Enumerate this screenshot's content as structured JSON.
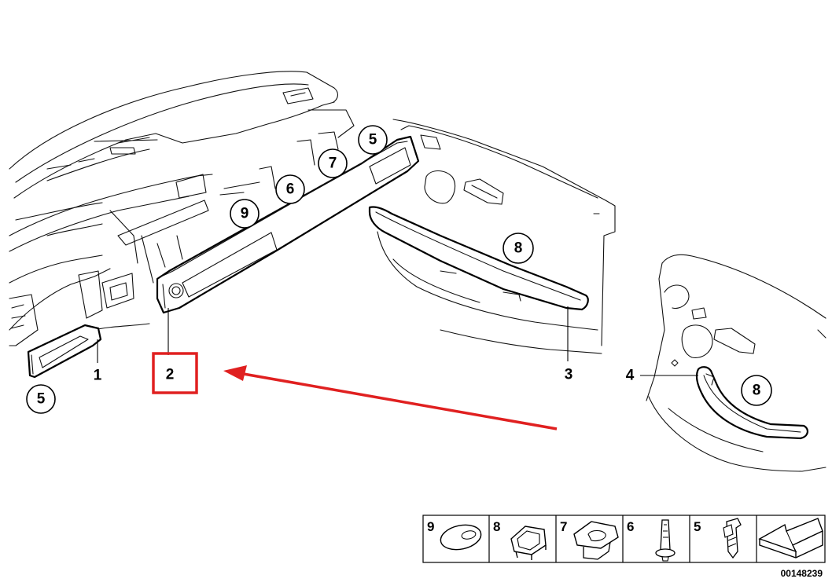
{
  "callouts": {
    "c5_top": "5",
    "c7": "7",
    "c6": "6",
    "c9": "9",
    "c8_front": "8",
    "c5_left": "5",
    "c8_rear": "8"
  },
  "position_numbers": {
    "n1": "1",
    "n2": "2",
    "n3": "3",
    "n4": "4"
  },
  "legend": {
    "cells": [
      {
        "number": "9",
        "icon": "oval-plug-icon"
      },
      {
        "number": "8",
        "icon": "square-clip-icon"
      },
      {
        "number": "7",
        "icon": "expanding-clip-icon"
      },
      {
        "number": "6",
        "icon": "push-pin-icon"
      },
      {
        "number": "5",
        "icon": "metal-clip-icon"
      },
      {
        "number": "",
        "icon": "arrow-direction-icon"
      }
    ]
  },
  "reference_number": "00148239",
  "highlight": {
    "target": "2",
    "color": "#e02020"
  },
  "arrow": {
    "color": "#e02020"
  }
}
